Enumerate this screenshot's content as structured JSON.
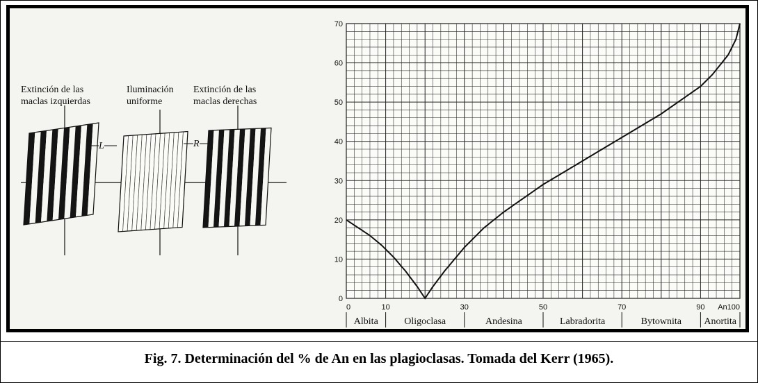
{
  "left_labels": {
    "left_1": "Extinción de las",
    "left_2": "maclas izquierdas",
    "mid_1": "Iluminación",
    "mid_2": "uniforme",
    "right_1": "Extinción de las",
    "right_2": "maclas derechas",
    "L": "L",
    "R": "R"
  },
  "chart_data": {
    "type": "line",
    "title": "",
    "xlabel": "",
    "ylabel": "",
    "xlim": [
      0,
      100
    ],
    "ylim": [
      0,
      70
    ],
    "grid": true,
    "x_ticks": [
      {
        "value": 0,
        "label": "0"
      },
      {
        "value": 10,
        "label": "10"
      },
      {
        "value": 30,
        "label": "30"
      },
      {
        "value": 50,
        "label": "50"
      },
      {
        "value": 70,
        "label": "70"
      },
      {
        "value": 90,
        "label": "90"
      },
      {
        "value": 100,
        "label": "An100"
      }
    ],
    "y_ticks": [
      0,
      10,
      20,
      30,
      40,
      50,
      60,
      70
    ],
    "series": [
      {
        "x": [
          0,
          3,
          6,
          9,
          12,
          15,
          18,
          20,
          22,
          25,
          30,
          35,
          40,
          45,
          50,
          55,
          60,
          65,
          70,
          75,
          80,
          85,
          90,
          93,
          95,
          97,
          99,
          100
        ],
        "y": [
          20,
          18,
          16,
          13.5,
          10.5,
          7,
          3,
          0,
          3,
          7,
          13,
          18,
          22,
          25.5,
          29,
          32,
          35,
          38,
          41,
          44,
          47,
          50.5,
          54,
          57,
          59.5,
          62,
          66,
          70
        ]
      }
    ],
    "minerals": [
      {
        "name": "Albita",
        "from": 0,
        "to": 10
      },
      {
        "name": "Oligoclasa",
        "from": 10,
        "to": 30
      },
      {
        "name": "Andesina",
        "from": 30,
        "to": 50
      },
      {
        "name": "Labradorita",
        "from": 50,
        "to": 70
      },
      {
        "name": "Bytownita",
        "from": 70,
        "to": 90
      },
      {
        "name": "Anortita",
        "from": 90,
        "to": 100
      }
    ]
  },
  "caption": "Fig. 7. Determinación del % de An en las plagioclasas. Tomada del Kerr (1965)."
}
